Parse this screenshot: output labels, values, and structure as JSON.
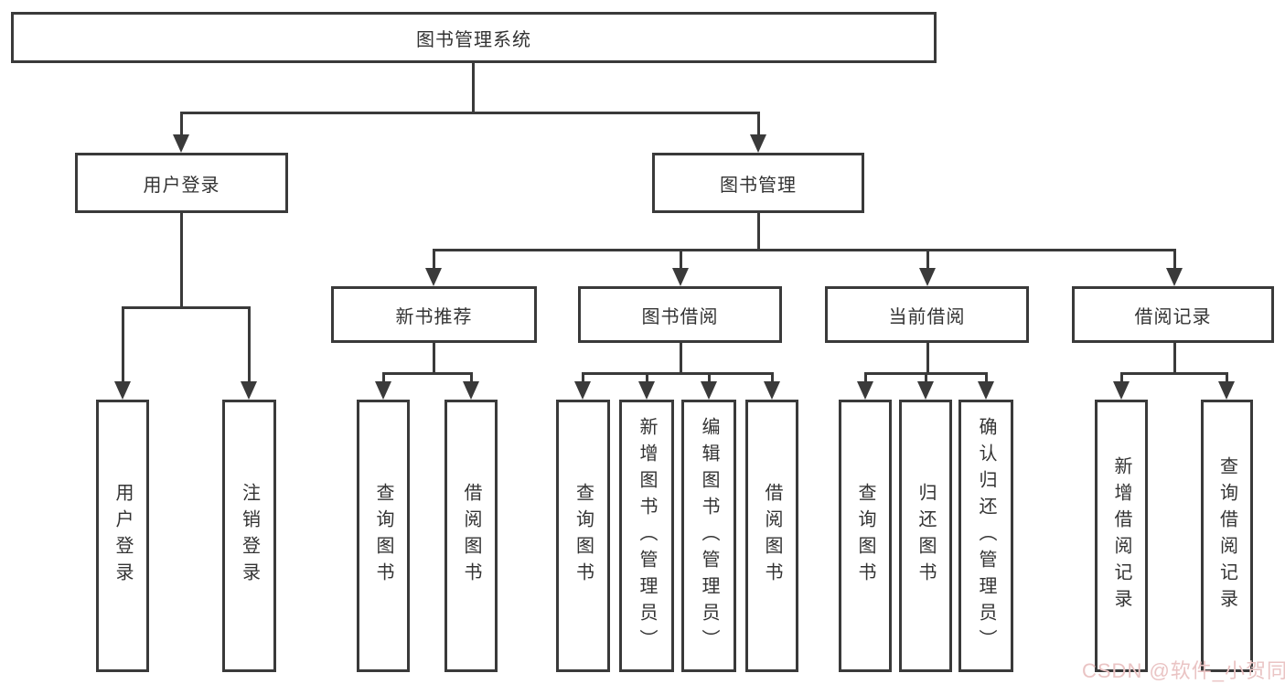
{
  "tree": {
    "root": "图书管理系统",
    "user_login": {
      "label": "用户登录",
      "children": [
        "用户登录",
        "注销登录"
      ]
    },
    "book_management": {
      "label": "图书管理",
      "new_book_recommend": {
        "label": "新书推荐",
        "children": [
          "查询图书",
          "借阅图书"
        ]
      },
      "book_borrow": {
        "label": "图书借阅",
        "children": [
          "查询图书",
          "新增图书（管理员）",
          "编辑图书（管理员）",
          "借阅图书"
        ]
      },
      "current_borrow": {
        "label": "当前借阅",
        "children": [
          "查询图书",
          "归还图书",
          "确认归还（管理员）"
        ]
      },
      "borrow_records": {
        "label": "借阅记录",
        "children": [
          "新增借阅记录",
          "查询借阅记录"
        ]
      }
    }
  },
  "watermark": "CSDN @软件_小贺同学",
  "colors": {
    "line": "#3a3a3a",
    "text": "#333333",
    "watermark": "#eac4c4",
    "background": "#ffffff"
  }
}
